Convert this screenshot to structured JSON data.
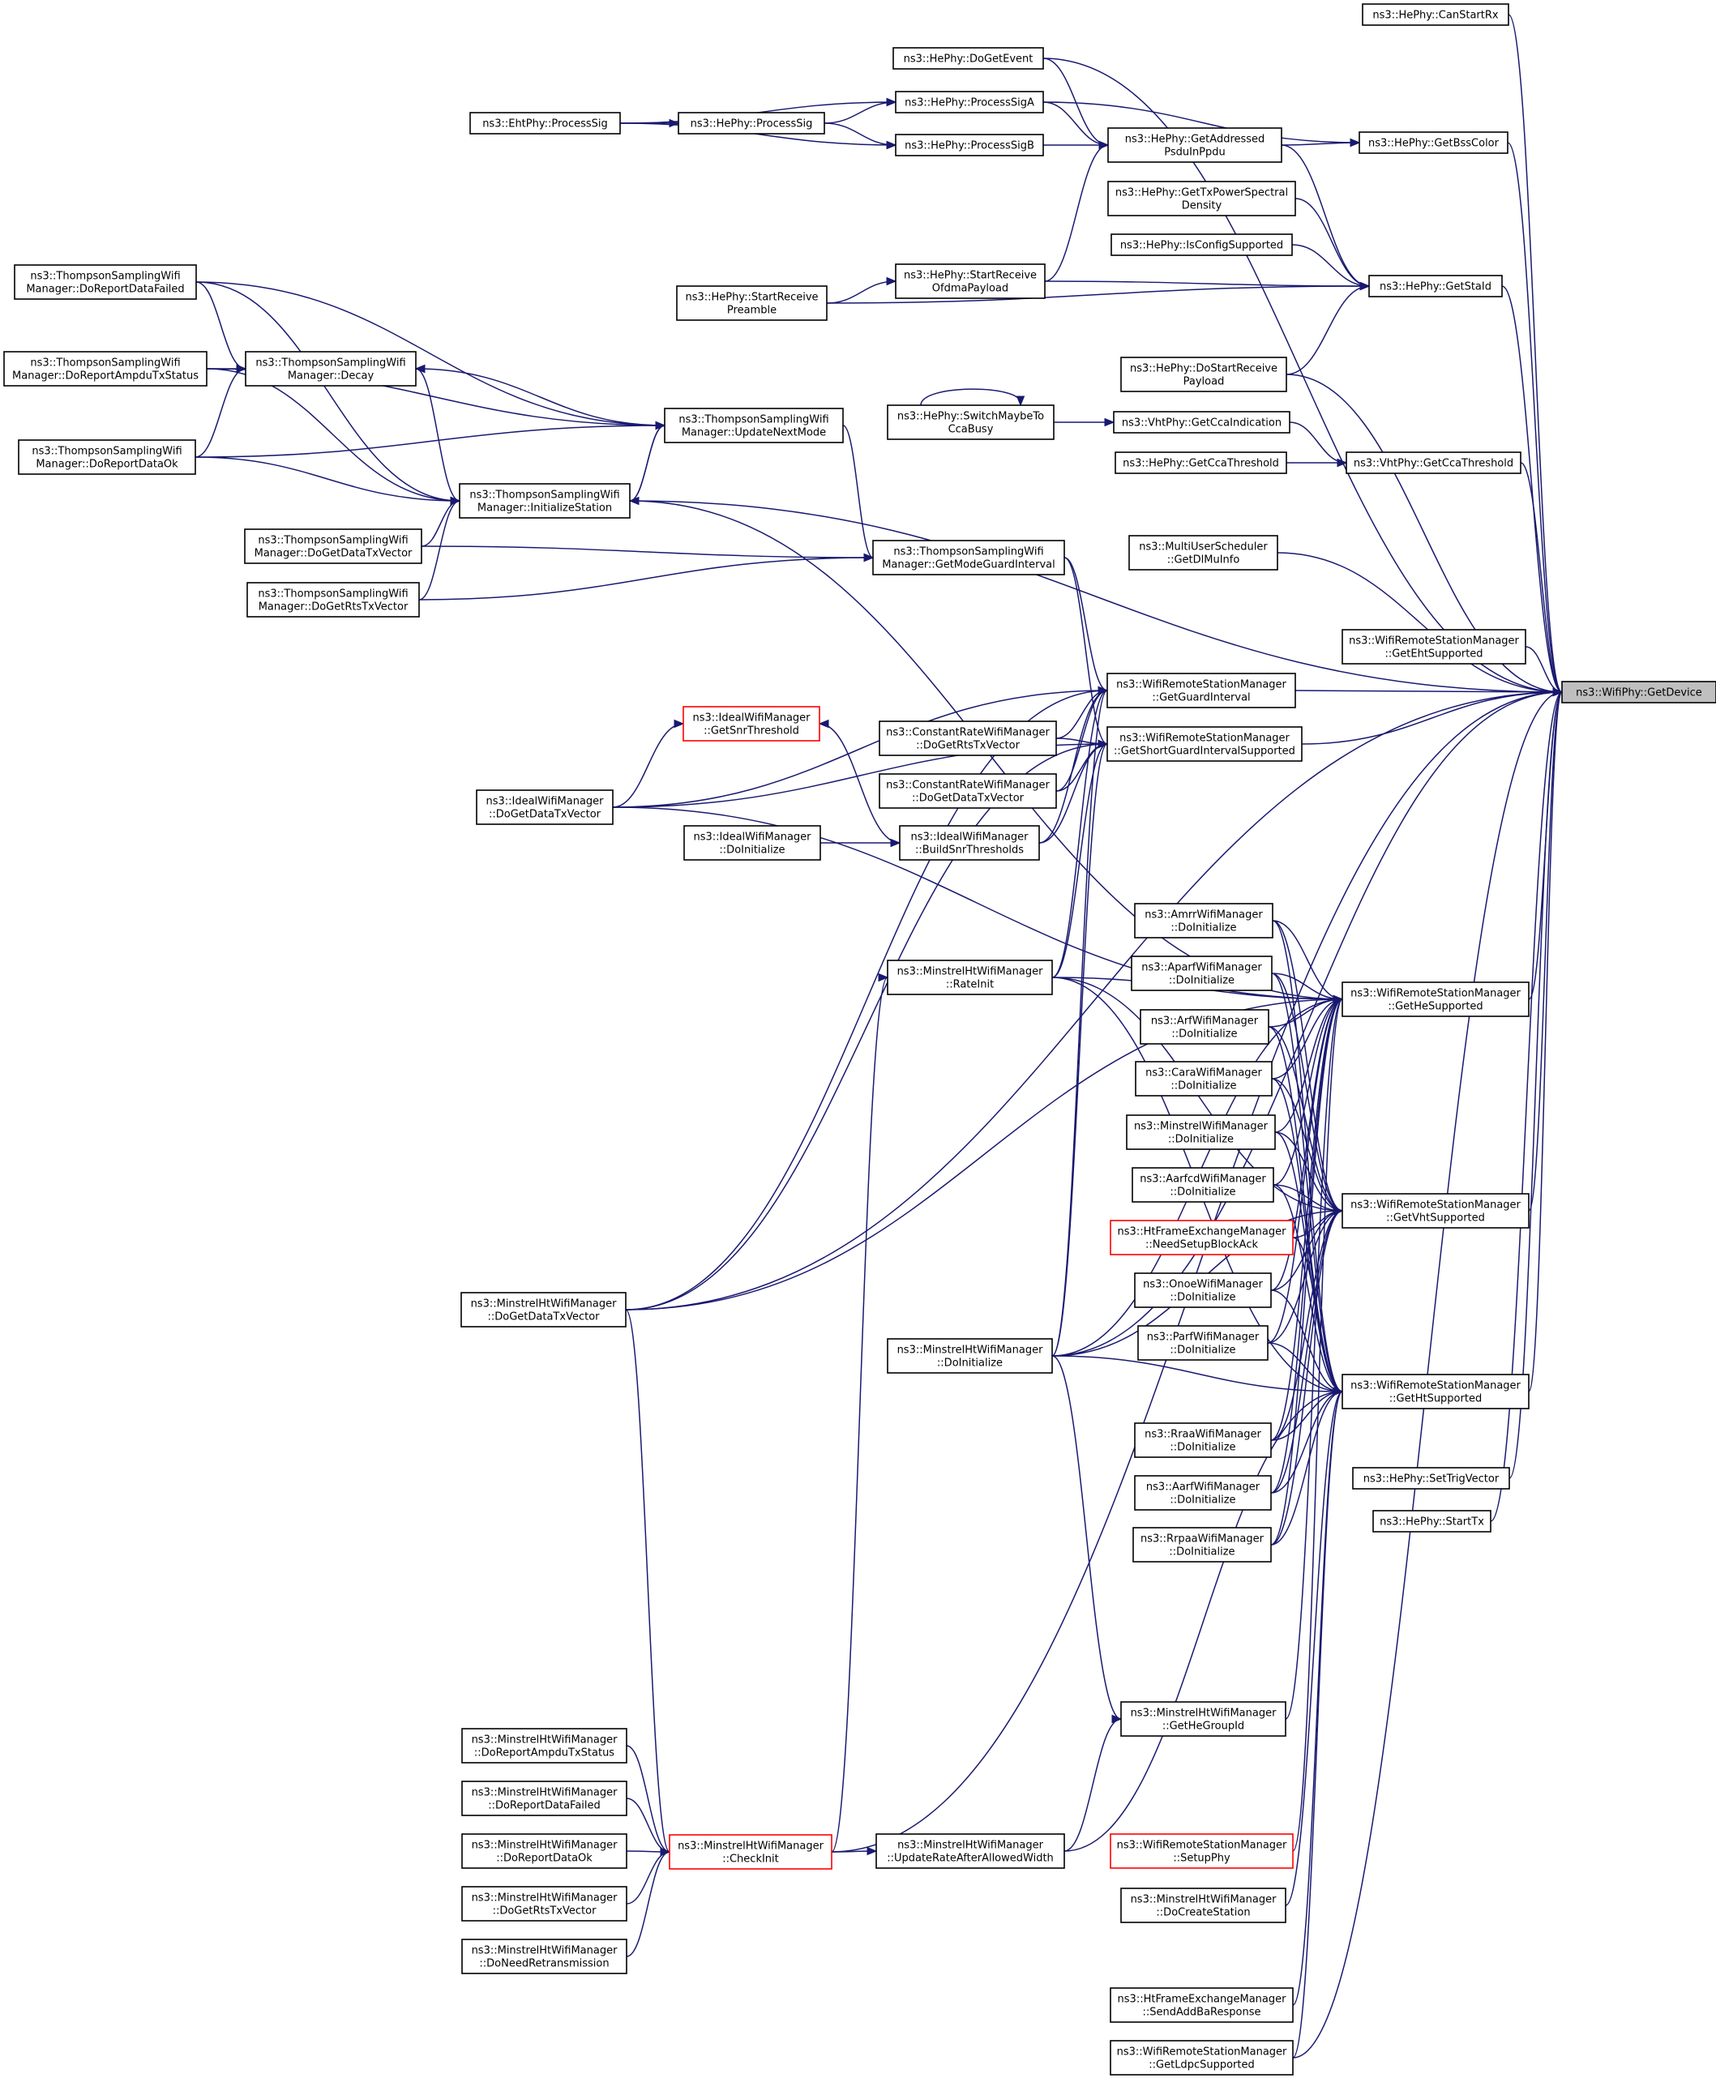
{
  "diagram": {
    "root": "ns3::WifiPhy::GetDevice",
    "nodes": [
      {
        "id": "root",
        "lines": [
          "ns3::WifiPhy::GetDevice"
        ],
        "root": true
      },
      {
        "id": "canStartRx",
        "lines": [
          "ns3::HePhy::CanStartRx"
        ]
      },
      {
        "id": "doGetEvent",
        "lines": [
          "ns3::HePhy::DoGetEvent"
        ]
      },
      {
        "id": "processSigA",
        "lines": [
          "ns3::HePhy::ProcessSigA"
        ]
      },
      {
        "id": "ehtProcessSig",
        "lines": [
          "ns3::EhtPhy::ProcessSig"
        ]
      },
      {
        "id": "heProcessSig",
        "lines": [
          "ns3::HePhy::ProcessSig"
        ]
      },
      {
        "id": "processSigB",
        "lines": [
          "ns3::HePhy::ProcessSigB"
        ]
      },
      {
        "id": "getAddressed",
        "lines": [
          "ns3::HePhy::GetAddressed",
          "PsduInPpdu"
        ]
      },
      {
        "id": "getBssColor",
        "lines": [
          "ns3::HePhy::GetBssColor"
        ]
      },
      {
        "id": "getTxPower",
        "lines": [
          "ns3::HePhy::GetTxPowerSpectral",
          "Density"
        ]
      },
      {
        "id": "isConfigSupported",
        "lines": [
          "ns3::HePhy::IsConfigSupported"
        ]
      },
      {
        "id": "getStaId",
        "lines": [
          "ns3::HePhy::GetStaId"
        ]
      },
      {
        "id": "startReceiveOfdma",
        "lines": [
          "ns3::HePhy::StartReceive",
          "OfdmaPayload"
        ]
      },
      {
        "id": "startReceivePreamble",
        "lines": [
          "ns3::HePhy::StartReceive",
          "Preamble"
        ]
      },
      {
        "id": "doStartReceivePayload",
        "lines": [
          "ns3::HePhy::DoStartReceive",
          "Payload"
        ]
      },
      {
        "id": "switchMaybe",
        "lines": [
          "ns3::HePhy::SwitchMaybeTo",
          "CcaBusy"
        ]
      },
      {
        "id": "getCcaIndication",
        "lines": [
          "ns3::VhtPhy::GetCcaIndication"
        ]
      },
      {
        "id": "heGetCcaThreshold",
        "lines": [
          "ns3::HePhy::GetCcaThreshold"
        ]
      },
      {
        "id": "vhtGetCcaThreshold",
        "lines": [
          "ns3::VhtPhy::GetCcaThreshold"
        ]
      },
      {
        "id": "tsDoReportDataFailed",
        "lines": [
          "ns3::ThompsonSamplingWifi",
          "Manager::DoReportDataFailed"
        ]
      },
      {
        "id": "tsDoReportAmpdu",
        "lines": [
          "ns3::ThompsonSamplingWifi",
          "Manager::DoReportAmpduTxStatus"
        ]
      },
      {
        "id": "tsDecay",
        "lines": [
          "ns3::ThompsonSamplingWifi",
          "Manager::Decay"
        ]
      },
      {
        "id": "tsDoReportDataOk",
        "lines": [
          "ns3::ThompsonSamplingWifi",
          "Manager::DoReportDataOk"
        ]
      },
      {
        "id": "tsUpdateNextMode",
        "lines": [
          "ns3::ThompsonSamplingWifi",
          "Manager::UpdateNextMode"
        ]
      },
      {
        "id": "tsInitializeStation",
        "lines": [
          "ns3::ThompsonSamplingWifi",
          "Manager::InitializeStation"
        ]
      },
      {
        "id": "tsDoGetDataTxVector",
        "lines": [
          "ns3::ThompsonSamplingWifi",
          "Manager::DoGetDataTxVector"
        ]
      },
      {
        "id": "tsDoGetRtsTxVector",
        "lines": [
          "ns3::ThompsonSamplingWifi",
          "Manager::DoGetRtsTxVector"
        ]
      },
      {
        "id": "tsGetModeGuardInterval",
        "lines": [
          "ns3::ThompsonSamplingWifi",
          "Manager::GetModeGuardInterval"
        ]
      },
      {
        "id": "muGetDlMuInfo",
        "lines": [
          "ns3::MultiUserScheduler",
          "::GetDlMuInfo"
        ]
      },
      {
        "id": "getEhtSupported",
        "lines": [
          "ns3::WifiRemoteStationManager",
          "::GetEhtSupported"
        ]
      },
      {
        "id": "getGuardInterval",
        "lines": [
          "ns3::WifiRemoteStationManager",
          "::GetGuardInterval"
        ]
      },
      {
        "id": "getShortGI",
        "lines": [
          "ns3::WifiRemoteStationManager",
          "::GetShortGuardIntervalSupported"
        ]
      },
      {
        "id": "idealGetSnr",
        "lines": [
          "ns3::IdealWifiManager",
          "::GetSnrThreshold"
        ],
        "red": true
      },
      {
        "id": "crDoGetRts",
        "lines": [
          "ns3::ConstantRateWifiManager",
          "::DoGetRtsTxVector"
        ]
      },
      {
        "id": "crDoGetData",
        "lines": [
          "ns3::ConstantRateWifiManager",
          "::DoGetDataTxVector"
        ]
      },
      {
        "id": "idealDoGetData",
        "lines": [
          "ns3::IdealWifiManager",
          "::DoGetDataTxVector"
        ]
      },
      {
        "id": "idealDoInit",
        "lines": [
          "ns3::IdealWifiManager",
          "::DoInitialize"
        ]
      },
      {
        "id": "idealBuildSnr",
        "lines": [
          "ns3::IdealWifiManager",
          "::BuildSnrThresholds"
        ]
      },
      {
        "id": "amrrDoInit",
        "lines": [
          "ns3::AmrrWifiManager",
          "::DoInitialize"
        ]
      },
      {
        "id": "aparfDoInit",
        "lines": [
          "ns3::AparfWifiManager",
          "::DoInitialize"
        ]
      },
      {
        "id": "getHeSupported",
        "lines": [
          "ns3::WifiRemoteStationManager",
          "::GetHeSupported"
        ]
      },
      {
        "id": "mhRateInit",
        "lines": [
          "ns3::MinstrelHtWifiManager",
          "::RateInit"
        ]
      },
      {
        "id": "arfDoInit",
        "lines": [
          "ns3::ArfWifiManager",
          "::DoInitialize"
        ]
      },
      {
        "id": "caraDoInit",
        "lines": [
          "ns3::CaraWifiManager",
          "::DoInitialize"
        ]
      },
      {
        "id": "minstrelDoInit",
        "lines": [
          "ns3::MinstrelWifiManager",
          "::DoInitialize"
        ]
      },
      {
        "id": "aarfcdDoInit",
        "lines": [
          "ns3::AarfcdWifiManager",
          "::DoInitialize"
        ]
      },
      {
        "id": "getVhtSupported",
        "lines": [
          "ns3::WifiRemoteStationManager",
          "::GetVhtSupported"
        ]
      },
      {
        "id": "htNeedSetup",
        "lines": [
          "ns3::HtFrameExchangeManager",
          "::NeedSetupBlockAck"
        ],
        "red": true
      },
      {
        "id": "onoeDoInit",
        "lines": [
          "ns3::OnoeWifiManager",
          "::DoInitialize"
        ]
      },
      {
        "id": "mhDoGetDataTxVector",
        "lines": [
          "ns3::MinstrelHtWifiManager",
          "::DoGetDataTxVector"
        ]
      },
      {
        "id": "parfDoInit",
        "lines": [
          "ns3::ParfWifiManager",
          "::DoInitialize"
        ]
      },
      {
        "id": "mhDoInit",
        "lines": [
          "ns3::MinstrelHtWifiManager",
          "::DoInitialize"
        ]
      },
      {
        "id": "getHtSupported",
        "lines": [
          "ns3::WifiRemoteStationManager",
          "::GetHtSupported"
        ]
      },
      {
        "id": "rraaDoInit",
        "lines": [
          "ns3::RraaWifiManager",
          "::DoInitialize"
        ]
      },
      {
        "id": "heSetTrigVector",
        "lines": [
          "ns3::HePhy::SetTrigVector"
        ]
      },
      {
        "id": "aarfDoInit",
        "lines": [
          "ns3::AarfWifiManager",
          "::DoInitialize"
        ]
      },
      {
        "id": "heStartTx",
        "lines": [
          "ns3::HePhy::StartTx"
        ]
      },
      {
        "id": "rrpaaDoInit",
        "lines": [
          "ns3::RrpaaWifiManager",
          "::DoInitialize"
        ]
      },
      {
        "id": "mhGetHeGroupId",
        "lines": [
          "ns3::MinstrelHtWifiManager",
          "::GetHeGroupId"
        ]
      },
      {
        "id": "mhDoReportAmpdu",
        "lines": [
          "ns3::MinstrelHtWifiManager",
          "::DoReportAmpduTxStatus"
        ]
      },
      {
        "id": "mhDoReportDataFailed",
        "lines": [
          "ns3::MinstrelHtWifiManager",
          "::DoReportDataFailed"
        ]
      },
      {
        "id": "mhUpdateRate",
        "lines": [
          "ns3::MinstrelHtWifiManager",
          "::UpdateRateAfterAllowedWidth"
        ]
      },
      {
        "id": "mhDoReportDataOk",
        "lines": [
          "ns3::MinstrelHtWifiManager",
          "::DoReportDataOk"
        ]
      },
      {
        "id": "mhCheckInit",
        "lines": [
          "ns3::MinstrelHtWifiManager",
          "::CheckInit"
        ],
        "red": true
      },
      {
        "id": "setupPhy",
        "lines": [
          "ns3::WifiRemoteStationManager",
          "::SetupPhy"
        ],
        "red": true
      },
      {
        "id": "mhDoGetRts",
        "lines": [
          "ns3::MinstrelHtWifiManager",
          "::DoGetRtsTxVector"
        ]
      },
      {
        "id": "mhDoCreateStation",
        "lines": [
          "ns3::MinstrelHtWifiManager",
          "::DoCreateStation"
        ]
      },
      {
        "id": "mhDoNeedRetrans",
        "lines": [
          "ns3::MinstrelHtWifiManager",
          "::DoNeedRetransmission"
        ]
      },
      {
        "id": "htSendAddBa",
        "lines": [
          "ns3::HtFrameExchangeManager",
          "::SendAddBaResponse"
        ]
      },
      {
        "id": "getLdpcSupported",
        "lines": [
          "ns3::WifiRemoteStationManager",
          "::GetLdpcSupported"
        ]
      }
    ],
    "edges": [
      [
        "canStartRx",
        "root"
      ],
      [
        "doGetEvent",
        "root"
      ],
      [
        "getBssColor",
        "root"
      ],
      [
        "getStaId",
        "root"
      ],
      [
        "doStartReceivePayload",
        "root"
      ],
      [
        "vhtGetCcaThreshold",
        "root"
      ],
      [
        "muGetDlMuInfo",
        "root"
      ],
      [
        "getEhtSupported",
        "root"
      ],
      [
        "getGuardInterval",
        "root"
      ],
      [
        "getShortGI",
        "root"
      ],
      [
        "getHeSupported",
        "root"
      ],
      [
        "getVhtSupported",
        "root"
      ],
      [
        "getHtSupported",
        "root"
      ],
      [
        "heSetTrigVector",
        "root"
      ],
      [
        "heStartTx",
        "root"
      ],
      [
        "tsInitializeStation",
        "root"
      ],
      [
        "mhDoGetDataTxVector",
        "root"
      ],
      [
        "mhCheckInit",
        "root"
      ],
      [
        "mhDoInit",
        "root"
      ],
      [
        "getLdpcSupported",
        "root"
      ],
      [
        "doGetEvent",
        "getAddressed"
      ],
      [
        "processSigA",
        "getAddressed"
      ],
      [
        "processSigB",
        "getAddressed"
      ],
      [
        "getAddressed",
        "getBssColor"
      ],
      [
        "processSigA",
        "getBssColor"
      ],
      [
        "getAddressed",
        "getStaId"
      ],
      [
        "getTxPower",
        "getStaId"
      ],
      [
        "isConfigSupported",
        "getStaId"
      ],
      [
        "startReceiveOfdma",
        "getStaId"
      ],
      [
        "startReceivePreamble",
        "getStaId"
      ],
      [
        "doStartReceivePayload",
        "getStaId"
      ],
      [
        "startReceiveOfdma",
        "getAddressed"
      ],
      [
        "ehtProcessSig",
        "processSigA"
      ],
      [
        "ehtProcessSig",
        "heProcessSig"
      ],
      [
        "ehtProcessSig",
        "processSigB"
      ],
      [
        "heProcessSig",
        "processSigA"
      ],
      [
        "heProcessSig",
        "processSigB"
      ],
      [
        "startReceivePreamble",
        "startReceiveOfdma"
      ],
      [
        "switchMaybe",
        "getCcaIndication"
      ],
      [
        "switchMaybe",
        "switchMaybe"
      ],
      [
        "getCcaIndication",
        "vhtGetCcaThreshold"
      ],
      [
        "heGetCcaThreshold",
        "vhtGetCcaThreshold"
      ],
      [
        "tsDoReportDataFailed",
        "tsDecay"
      ],
      [
        "tsDoReportAmpdu",
        "tsDecay"
      ],
      [
        "tsDoReportDataOk",
        "tsDecay"
      ],
      [
        "tsUpdateNextMode",
        "tsDecay"
      ],
      [
        "tsInitializeStation",
        "tsDecay"
      ],
      [
        "tsDoReportDataFailed",
        "tsInitializeStation"
      ],
      [
        "tsDoReportAmpdu",
        "tsInitializeStation"
      ],
      [
        "tsDoReportDataOk",
        "tsInitializeStation"
      ],
      [
        "tsDoGetDataTxVector",
        "tsInitializeStation"
      ],
      [
        "tsDoGetRtsTxVector",
        "tsInitializeStation"
      ],
      [
        "tsUpdateNextMode",
        "tsInitializeStation"
      ],
      [
        "tsDoReportDataFailed",
        "tsUpdateNextMode"
      ],
      [
        "tsDoReportAmpdu",
        "tsUpdateNextMode"
      ],
      [
        "tsDoReportDataOk",
        "tsUpdateNextMode"
      ],
      [
        "tsInitializeStation",
        "tsUpdateNextMode"
      ],
      [
        "tsUpdateNextMode",
        "tsGetModeGuardInterval"
      ],
      [
        "tsDoGetDataTxVector",
        "tsGetModeGuardInterval"
      ],
      [
        "tsDoGetRtsTxVector",
        "tsGetModeGuardInterval"
      ],
      [
        "tsGetModeGuardInterval",
        "getGuardInterval"
      ],
      [
        "tsGetModeGuardInterval",
        "getShortGI"
      ],
      [
        "idealDoGetData",
        "getGuardInterval"
      ],
      [
        "idealDoGetData",
        "getShortGI"
      ],
      [
        "idealDoGetData",
        "idealGetSnr"
      ],
      [
        "idealBuildSnr",
        "idealGetSnr"
      ],
      [
        "crDoGetRts",
        "getGuardInterval"
      ],
      [
        "crDoGetRts",
        "getShortGI"
      ],
      [
        "crDoGetData",
        "getGuardInterval"
      ],
      [
        "crDoGetData",
        "getShortGI"
      ],
      [
        "idealDoInit",
        "idealBuildSnr"
      ],
      [
        "idealBuildSnr",
        "getGuardInterval"
      ],
      [
        "idealBuildSnr",
        "getShortGI"
      ],
      [
        "mhRateInit",
        "getGuardInterval"
      ],
      [
        "mhRateInit",
        "getShortGI"
      ],
      [
        "mhDoGetDataTxVector",
        "getGuardInterval"
      ],
      [
        "mhDoGetDataTxVector",
        "getShortGI"
      ],
      [
        "mhDoInit",
        "getGuardInterval"
      ],
      [
        "mhDoInit",
        "getShortGI"
      ],
      [
        "amrrDoInit",
        "getHeSupported"
      ],
      [
        "amrrDoInit",
        "getVhtSupported"
      ],
      [
        "amrrDoInit",
        "getHtSupported"
      ],
      [
        "aparfDoInit",
        "getHeSupported"
      ],
      [
        "aparfDoInit",
        "getVhtSupported"
      ],
      [
        "aparfDoInit",
        "getHtSupported"
      ],
      [
        "arfDoInit",
        "getHeSupported"
      ],
      [
        "arfDoInit",
        "getVhtSupported"
      ],
      [
        "arfDoInit",
        "getHtSupported"
      ],
      [
        "caraDoInit",
        "getHeSupported"
      ],
      [
        "caraDoInit",
        "getVhtSupported"
      ],
      [
        "caraDoInit",
        "getHtSupported"
      ],
      [
        "minstrelDoInit",
        "getHeSupported"
      ],
      [
        "minstrelDoInit",
        "getVhtSupported"
      ],
      [
        "minstrelDoInit",
        "getHtSupported"
      ],
      [
        "aarfcdDoInit",
        "getHeSupported"
      ],
      [
        "aarfcdDoInit",
        "getVhtSupported"
      ],
      [
        "aarfcdDoInit",
        "getHtSupported"
      ],
      [
        "onoeDoInit",
        "getHeSupported"
      ],
      [
        "onoeDoInit",
        "getVhtSupported"
      ],
      [
        "onoeDoInit",
        "getHtSupported"
      ],
      [
        "parfDoInit",
        "getHeSupported"
      ],
      [
        "parfDoInit",
        "getVhtSupported"
      ],
      [
        "parfDoInit",
        "getHtSupported"
      ],
      [
        "rraaDoInit",
        "getHeSupported"
      ],
      [
        "rraaDoInit",
        "getVhtSupported"
      ],
      [
        "rraaDoInit",
        "getHtSupported"
      ],
      [
        "aarfDoInit",
        "getHeSupported"
      ],
      [
        "aarfDoInit",
        "getVhtSupported"
      ],
      [
        "aarfDoInit",
        "getHtSupported"
      ],
      [
        "rrpaaDoInit",
        "getHeSupported"
      ],
      [
        "rrpaaDoInit",
        "getVhtSupported"
      ],
      [
        "rrpaaDoInit",
        "getHtSupported"
      ],
      [
        "htNeedSetup",
        "getVhtSupported"
      ],
      [
        "htNeedSetup",
        "getHtSupported"
      ],
      [
        "idealDoGetData",
        "getHeSupported"
      ],
      [
        "tsInitializeStation",
        "getHeSupported"
      ],
      [
        "mhDoInit",
        "getHeSupported"
      ],
      [
        "mhDoInit",
        "getVhtSupported"
      ],
      [
        "mhDoInit",
        "getHtSupported"
      ],
      [
        "mhRateInit",
        "getHeSupported"
      ],
      [
        "mhRateInit",
        "getVhtSupported"
      ],
      [
        "mhRateInit",
        "getHtSupported"
      ],
      [
        "mhDoGetDataTxVector",
        "getHeSupported"
      ],
      [
        "mhGetHeGroupId",
        "getHeSupported"
      ],
      [
        "setupPhy",
        "getHeSupported"
      ],
      [
        "mhDoCreateStation",
        "getHtSupported"
      ],
      [
        "htSendAddBa",
        "getHtSupported"
      ],
      [
        "getLdpcSupported",
        "getHtSupported"
      ],
      [
        "mhUpdateRate",
        "mhGetHeGroupId"
      ],
      [
        "mhDoInit",
        "mhGetHeGroupId"
      ],
      [
        "mhUpdateRate",
        "getHtSupported"
      ],
      [
        "mhDoReportAmpdu",
        "mhCheckInit"
      ],
      [
        "mhDoReportDataFailed",
        "mhCheckInit"
      ],
      [
        "mhDoReportDataOk",
        "mhCheckInit"
      ],
      [
        "mhDoGetRts",
        "mhCheckInit"
      ],
      [
        "mhDoNeedRetrans",
        "mhCheckInit"
      ],
      [
        "mhDoGetDataTxVector",
        "mhCheckInit"
      ],
      [
        "mhCheckInit",
        "mhRateInit"
      ],
      [
        "mhCheckInit",
        "mhUpdateRate"
      ]
    ]
  }
}
